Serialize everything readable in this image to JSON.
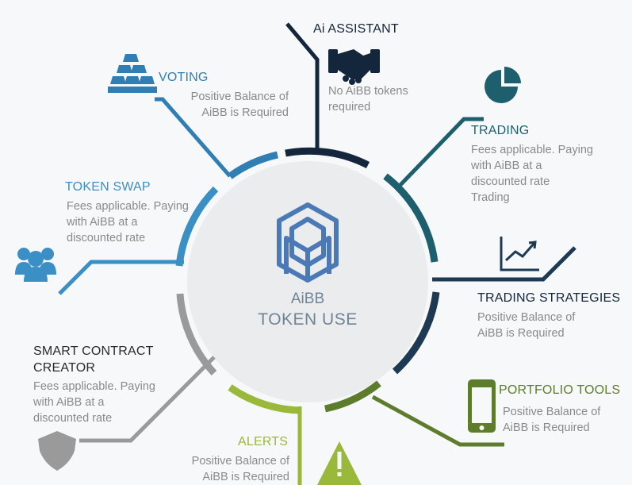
{
  "center": {
    "name": "AiBB",
    "subtitle": "TOKEN USE"
  },
  "nodes": {
    "ai_assistant": {
      "title": "Ai ASSISTANT",
      "desc": "No AiBB tokens\nrequired",
      "color": "#13263c",
      "icon": "handshake-icon"
    },
    "trading": {
      "title": "TRADING",
      "desc": "Fees applicable. Paying\nwith AiBB at a\ndiscounted rate\nTrading",
      "color": "#1e5f6e",
      "icon": "pie-chart-icon"
    },
    "trading_strategies": {
      "title": "TRADING STRATEGIES",
      "desc": "Positive Balance of\nAiBB is Required",
      "color": "#1d3a52",
      "icon": "line-chart-icon"
    },
    "portfolio_tools": {
      "title": "PORTFOLIO TOOLS",
      "desc": "Positive Balance of\nAiBB is Required",
      "color": "#5e7d2c",
      "icon": "smartphone-icon"
    },
    "alerts": {
      "title": "ALERTS",
      "desc": "Positive Balance of\nAiBB is Required",
      "color": "#9ab83a",
      "icon": "warning-icon"
    },
    "smart_contract": {
      "title": "SMART CONTRACT\nCREATOR",
      "desc": "Fees applicable. Paying\nwith AiBB at a\ndiscounted rate",
      "color": "#9a9a9a",
      "icon": "shield-icon"
    },
    "token_swap": {
      "title": "TOKEN SWAP",
      "desc": "Fees applicable. Paying\nwith AiBB at a\ndiscounted rate",
      "color": "#3a8fc4",
      "icon": "users-icon"
    },
    "voting": {
      "title": "VOTING",
      "desc": "Positive Balance of\nAiBB is Required",
      "color": "#2f7fb5",
      "icon": "gold-bars-icon"
    }
  },
  "colors": {
    "desc_text": "#8a8a8a",
    "center_fill": "#ebeced",
    "center_text": "#6f8596",
    "logo": "#4a79b6"
  }
}
